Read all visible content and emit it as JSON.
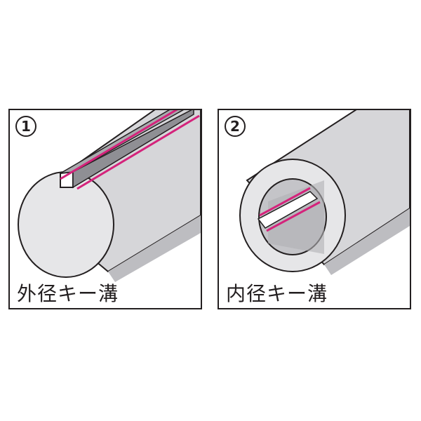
{
  "panels": [
    {
      "number": "1",
      "caption": "外径キー溝",
      "illustration": "solid-shaft-external-keyway"
    },
    {
      "number": "2",
      "caption": "内径キー溝",
      "illustration": "hollow-pipe-internal-keyway"
    }
  ],
  "colors": {
    "outline": "#231f20",
    "metal_light": "#e4e4e6",
    "metal_mid": "#cfcfd2",
    "metal_dark": "#b3b3b7",
    "keyway_highlight": "#d4237b"
  }
}
